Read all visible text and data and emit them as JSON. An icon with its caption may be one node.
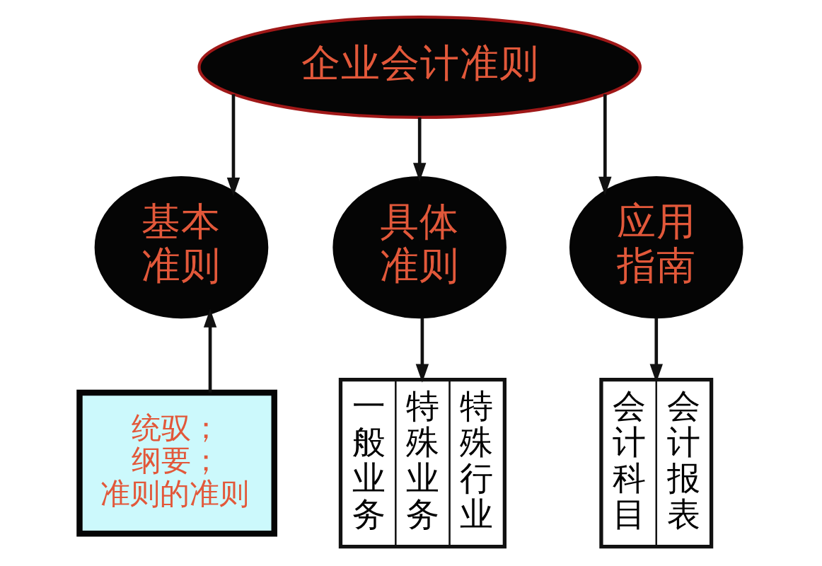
{
  "diagram": {
    "nodes": [
      {
        "text": [
          "企业会计准则"
        ]
      },
      {
        "text": [
          "基本准则"
        ]
      },
      {
        "text": [
          "具体准则"
        ]
      },
      {
        "text": [
          "应用指南"
        ]
      },
      {
        "text": [
          "统驭；",
          "纲要；",
          "准则的准则"
        ]
      },
      {
        "text": [
          "一般业务",
          "特殊业务",
          "特殊行业"
        ]
      },
      {
        "text": [
          "会计科目",
          "会计报表"
        ]
      }
    ],
    "edges": [
      {
        "from": 0,
        "to": 1,
        "arrow": "to"
      },
      {
        "from": 0,
        "to": 2,
        "arrow": "to"
      },
      {
        "from": 0,
        "to": 3,
        "arrow": "to"
      },
      {
        "from": 4,
        "to": 1,
        "arrow": "to"
      },
      {
        "from": 2,
        "to": 5,
        "arrow": "to"
      },
      {
        "from": 3,
        "to": 6,
        "arrow": "to"
      }
    ]
  }
}
